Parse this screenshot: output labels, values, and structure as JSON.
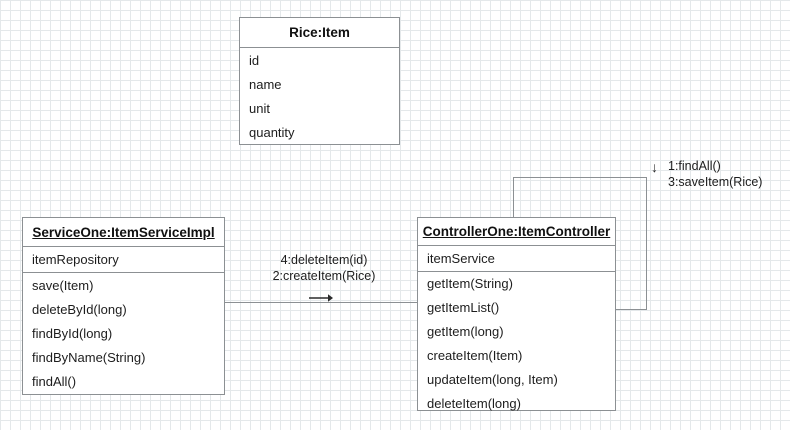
{
  "diagram": {
    "title": "UML collaboration diagram",
    "background": "graph-paper-grid",
    "grid_color": "#e4e8ea",
    "border_color": "#8c9093",
    "text_color": "#1d1d1d"
  },
  "classes": [
    {
      "key": "rice_item",
      "title": "Rice:Item",
      "title_underlined": false,
      "attributes": [
        "id",
        "name",
        "unit",
        "quantity"
      ],
      "operations": []
    },
    {
      "key": "service_one",
      "title": "ServiceOne:ItemServiceImpl",
      "title_underlined": true,
      "attributes": [
        "itemRepository"
      ],
      "operations": [
        "save(Item)",
        "deleteById(long)",
        "findById(long)",
        "findByName(String)",
        "findAll()"
      ]
    },
    {
      "key": "controller_one",
      "title": "ControllerOne:ItemController",
      "title_underlined": true,
      "attributes": [
        "itemService"
      ],
      "operations": [
        "getItem(String)",
        "getItemList()",
        "getItem(long)",
        "createItem(Item)",
        "updateItem(long, Item)",
        "deleteItem(long)"
      ]
    }
  ],
  "messages": {
    "controller_to_service": {
      "line1": "4:deleteItem(id)",
      "line2": "2:createItem(Rice)",
      "direction_glyph": "⟶"
    },
    "controller_self": {
      "line1": "1:findAll()",
      "line2": "3:saveItem(Rice)",
      "direction_glyph": "↓"
    }
  }
}
